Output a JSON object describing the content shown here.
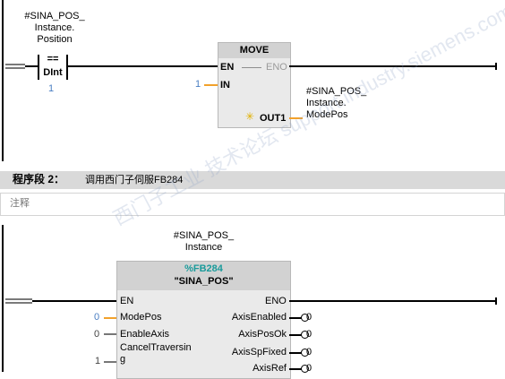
{
  "network1": {
    "compare": {
      "operand_label": "#SINA_POS_\nInstance.\nPosition",
      "operator": "==",
      "type": "DInt",
      "value_below": "1"
    },
    "move": {
      "title": "MOVE",
      "en": "EN",
      "eno": "ENO",
      "in": "IN",
      "in_value": "1",
      "out1": "OUT1",
      "out1_label": "#SINA_POS_\nInstance.\nModePos"
    }
  },
  "network2": {
    "header_label": "程序段 2：",
    "header_title": "调用西门子伺服FB284",
    "comment": "注释",
    "instance_label": "#SINA_POS_\nInstance",
    "fb_number": "%FB284",
    "fb_name": "\"SINA_POS\"",
    "inputs": [
      {
        "value": "",
        "name": "EN"
      },
      {
        "value": "0",
        "name": "ModePos"
      },
      {
        "value": "0",
        "name": "EnableAxis"
      },
      {
        "value": "1",
        "name": "CancelTraversin\ng"
      }
    ],
    "outputs": [
      {
        "name": "ENO",
        "value": ""
      },
      {
        "name": "AxisEnabled",
        "value": "0"
      },
      {
        "name": "AxisPosOk",
        "value": "0"
      },
      {
        "name": "AxisSpFixed",
        "value": "0"
      },
      {
        "name": "AxisRef",
        "value": "0"
      }
    ]
  },
  "watermark": "西门子工业 技术论坛 support.industry.siemens.com/cs",
  "colors": {
    "input_wire": "#f2a12b",
    "fb_number": "#1a9b9b",
    "value_blue": "#4a7ec2"
  }
}
